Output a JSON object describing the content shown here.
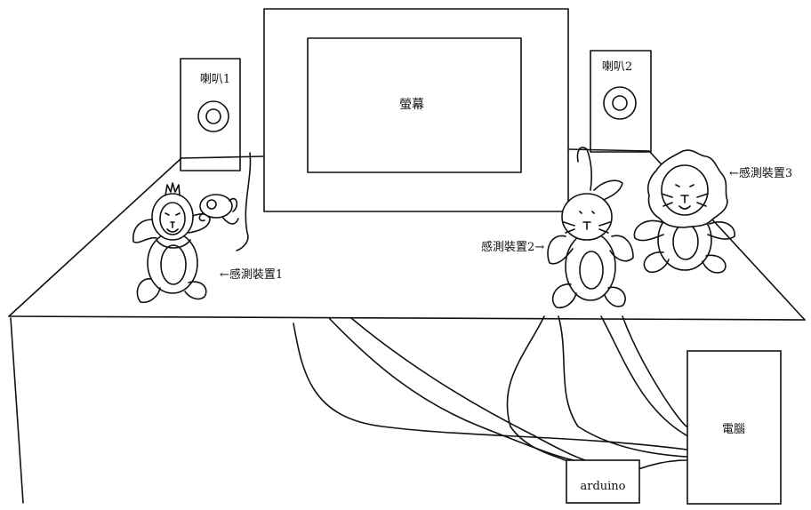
{
  "labels": {
    "monitor": "螢幕",
    "speaker_1": "喇叭1",
    "speaker_2": "喇叭2",
    "sensor_1": "←感測裝置1",
    "sensor_2": "感測裝置2→",
    "sensor_3": "←感測裝置3",
    "arduino": "arduino",
    "computer": "電腦"
  }
}
